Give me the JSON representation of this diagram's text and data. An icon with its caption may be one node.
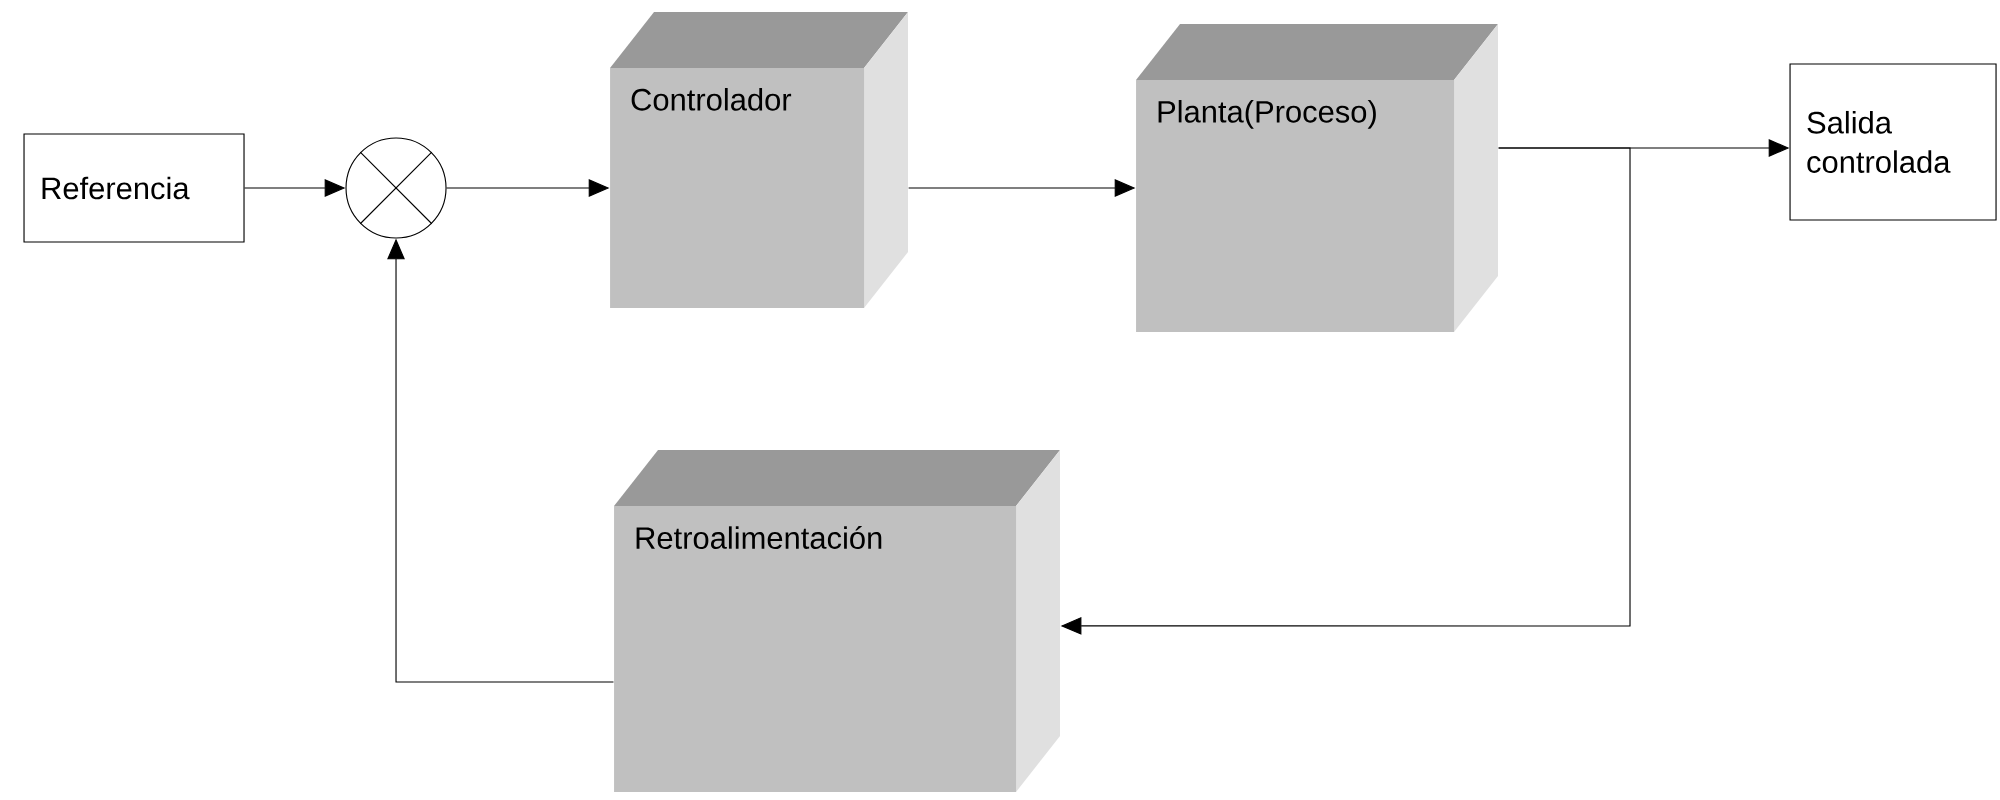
{
  "diagram": {
    "nodes": [
      {
        "text": [
          "Referencia"
        ]
      },
      {
        "text": [],
        "shape": "circle"
      },
      {
        "text": [
          "Controlador"
        ]
      },
      {
        "text": [
          "Planta(Proceso)"
        ]
      },
      {
        "text": [
          "Salida controlada"
        ]
      },
      {
        "text": [
          "Retroalimentación"
        ]
      }
    ],
    "edges": [
      {
        "from": 0,
        "to": 1,
        "arrow": "to"
      },
      {
        "from": 1,
        "to": 2,
        "arrow": "to"
      },
      {
        "from": 2,
        "to": 3,
        "arrow": "to"
      },
      {
        "from": 3,
        "to": 4,
        "arrow": "to"
      },
      {
        "from": 3,
        "to": 5,
        "arrow": "to"
      },
      {
        "from": 5,
        "to": 1,
        "arrow": "to"
      }
    ]
  }
}
